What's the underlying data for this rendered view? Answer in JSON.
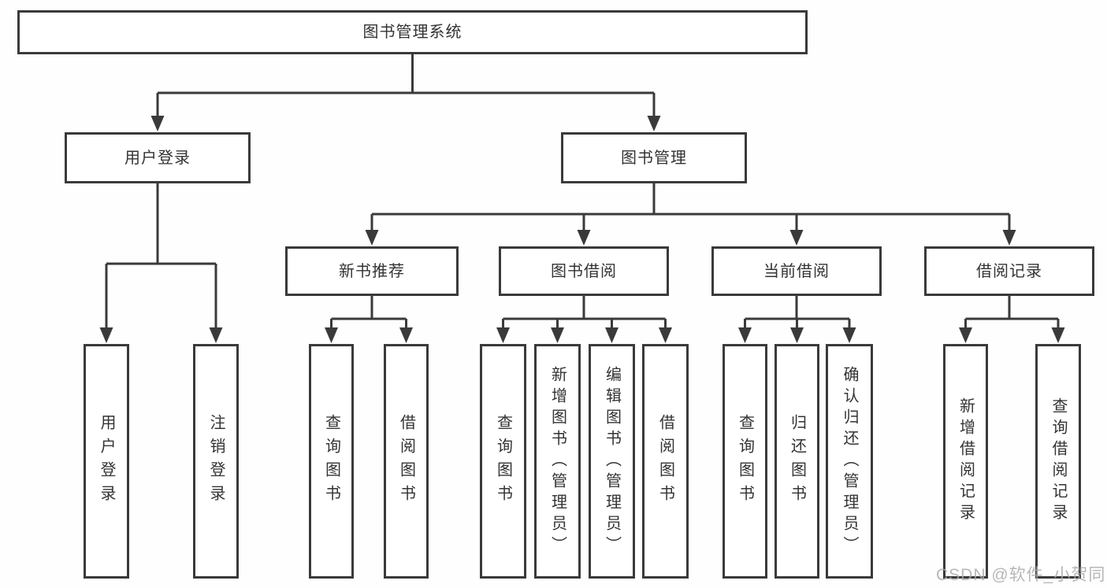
{
  "diagram": {
    "type": "hierarchy-tree",
    "title": "图书管理系统",
    "colors": {
      "line": "#3a3a3a",
      "box_border": "#3a3a3a",
      "box_background": "#ffffff",
      "text": "#333333",
      "watermark": "#aaaaaa"
    },
    "watermark": "CSDN @软件_小贺同学"
  },
  "root": {
    "label": "图书管理系统",
    "children": [
      {
        "label": "用户登录",
        "children": [
          {
            "label": "用户登录"
          },
          {
            "label": "注销登录"
          }
        ]
      },
      {
        "label": "图书管理",
        "children": [
          {
            "label": "新书推荐",
            "children": [
              {
                "label": "查询图书"
              },
              {
                "label": "借阅图书"
              }
            ]
          },
          {
            "label": "图书借阅",
            "children": [
              {
                "label": "查询图书"
              },
              {
                "label": "新增图书（管理员）"
              },
              {
                "label": "编辑图书（管理员）"
              },
              {
                "label": "借阅图书"
              }
            ]
          },
          {
            "label": "当前借阅",
            "children": [
              {
                "label": "查询图书"
              },
              {
                "label": "归还图书"
              },
              {
                "label": "确认归还（管理员）"
              }
            ]
          },
          {
            "label": "借阅记录",
            "children": [
              {
                "label": "新增借阅记录"
              },
              {
                "label": "查询借阅记录"
              }
            ]
          }
        ]
      }
    ]
  }
}
